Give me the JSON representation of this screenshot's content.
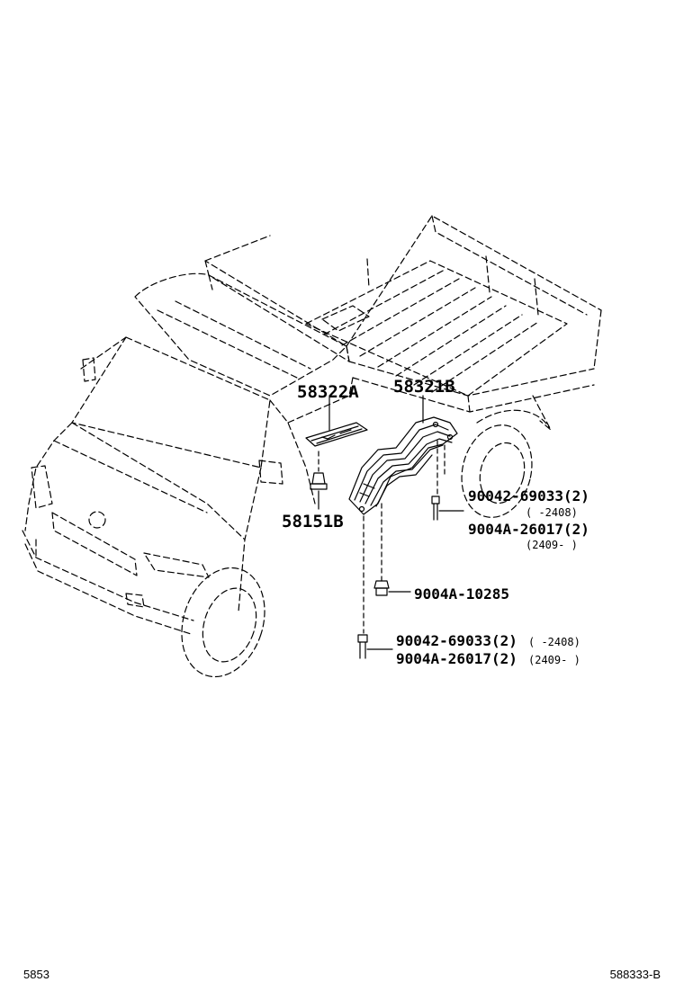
{
  "callouts": {
    "p58322A": "58322A",
    "p58321B": "58321B",
    "p58151B": "58151B",
    "p90042_r": "90042-69033(2)",
    "p90042_r_date": "(      -2408)",
    "p9004A26_r": "9004A-26017(2)",
    "p9004A26_r_date": "(2409-      )",
    "p9004A10": "9004A-10285",
    "p90042_b": "90042-69033(2)",
    "p90042_b_date": "(      -2408)",
    "p9004A26_b": "9004A-26017(2)",
    "p9004A26_b_date": "(2409-      )"
  },
  "footer": {
    "left_code": "5853",
    "right_code": "588333-B"
  },
  "colors": {
    "line": "#000000",
    "background": "#ffffff"
  }
}
